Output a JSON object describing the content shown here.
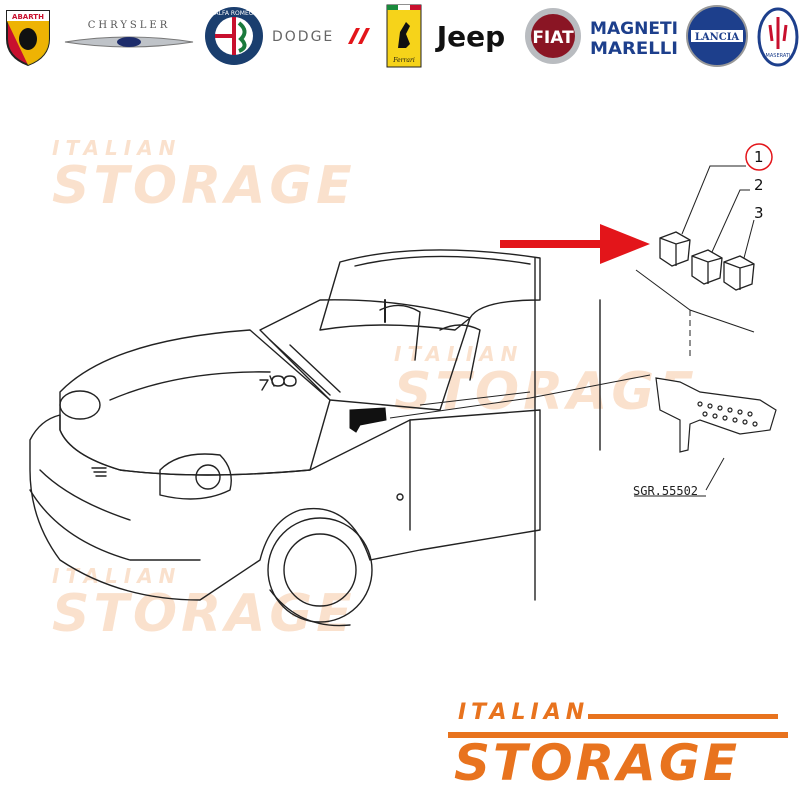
{
  "brands": [
    {
      "name": "ABARTH",
      "icon": "abarth-logo-icon"
    },
    {
      "name": "CHRYSLER",
      "icon": "chrysler-logo-icon"
    },
    {
      "name": "ALFA ROMEO",
      "icon": "alfa-romeo-logo-icon"
    },
    {
      "name": "DODGE",
      "icon": "dodge-logo-icon"
    },
    {
      "name": "Ferrari",
      "icon": "ferrari-logo-icon"
    },
    {
      "name": "Jeep",
      "icon": "jeep-logo-icon"
    },
    {
      "name": "FIAT",
      "icon": "fiat-logo-icon"
    },
    {
      "name": "MAGNETI MARELLI",
      "icon": "magneti-marelli-logo-icon"
    },
    {
      "name": "LANCIA",
      "icon": "lancia-logo-icon"
    },
    {
      "name": "MASERATI",
      "icon": "maserati-logo-icon"
    }
  ],
  "watermark": {
    "line1": "ITALIAN",
    "line2": "STORAGE"
  },
  "diagram": {
    "callouts": [
      "1",
      "2",
      "3"
    ],
    "part_code": "SGR.55502"
  },
  "logo": {
    "line1": "ITALIAN",
    "line2": "STORAGE",
    "color": "#e8731e"
  },
  "colors": {
    "arrow": "#e3151a",
    "watermark": "#f6c9a6",
    "line": "#222222"
  }
}
